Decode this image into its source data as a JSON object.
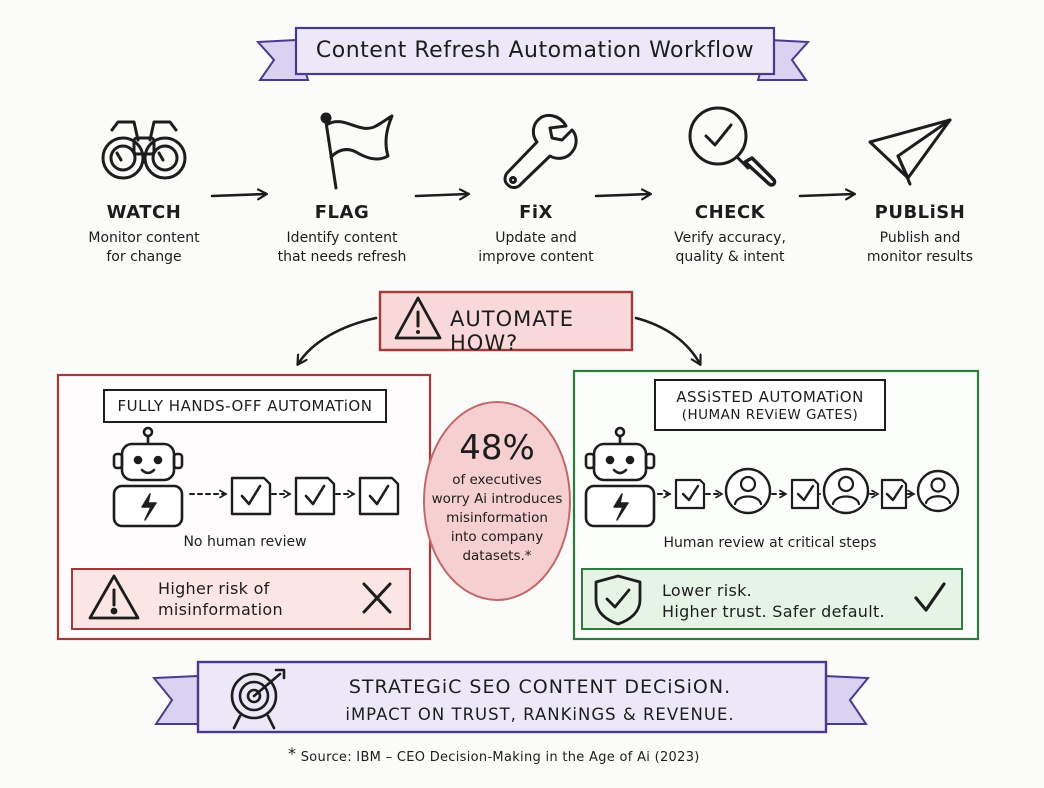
{
  "title": "Content Refresh Automation Workflow",
  "steps": [
    {
      "name": "WATCH",
      "desc1": "Monitor content",
      "desc2": "for change",
      "icon": "binoculars-icon"
    },
    {
      "name": "FLAG",
      "desc1": "Identify content",
      "desc2": "that needs refresh",
      "icon": "flag-icon"
    },
    {
      "name": "FiX",
      "desc1": "Update and",
      "desc2": "improve content",
      "icon": "wrench-icon"
    },
    {
      "name": "CHECK",
      "desc1": "Verify accuracy,",
      "desc2": "quality & intent",
      "icon": "magnifier-check-icon"
    },
    {
      "name": "PUBLiSH",
      "desc1": "Publish and",
      "desc2": "monitor results",
      "icon": "paper-plane-icon"
    }
  ],
  "automate": {
    "label": "AUTOMATE HOW?",
    "icon": "warning-icon"
  },
  "left_panel": {
    "title": "FULLY HANDS-OFF AUTOMATiON",
    "caption": "No human review",
    "risk_line1": "Higher risk of",
    "risk_line2": "misinformation",
    "colors": {
      "border": "#a33a3a",
      "fill": "#fbe5e5"
    }
  },
  "stat": {
    "value": "48%",
    "line1": "of executives",
    "line2": "worry Ai introduces",
    "line3": "misinformation",
    "line4": "into company",
    "line5": "datasets.*",
    "color": "#f6cfd0"
  },
  "right_panel": {
    "title_line1": "ASSiSTED AUTOMATiON",
    "title_line2": "(HUMAN REViEW GATES)",
    "caption": "Human review at critical steps",
    "trust_line1": "Lower risk.",
    "trust_line2": "Higher trust. Safer default.",
    "colors": {
      "border": "#2f7a3e",
      "fill": "#e6f4e6"
    }
  },
  "bottom": {
    "line1": "STRATEGiC SEO CONTENT DECiSiON.",
    "line2": "iMPACT ON TRUST, RANKiNGS & REVENUE.",
    "icon": "target-icon"
  },
  "source": {
    "marker": "*",
    "text": "Source:  IBM – CEO Decision-Making in the Age of Ai (2023)"
  },
  "colors": {
    "banner": "#ece8f8",
    "banner_border": "#4a3a8c",
    "ink": "#1d1d1d"
  }
}
